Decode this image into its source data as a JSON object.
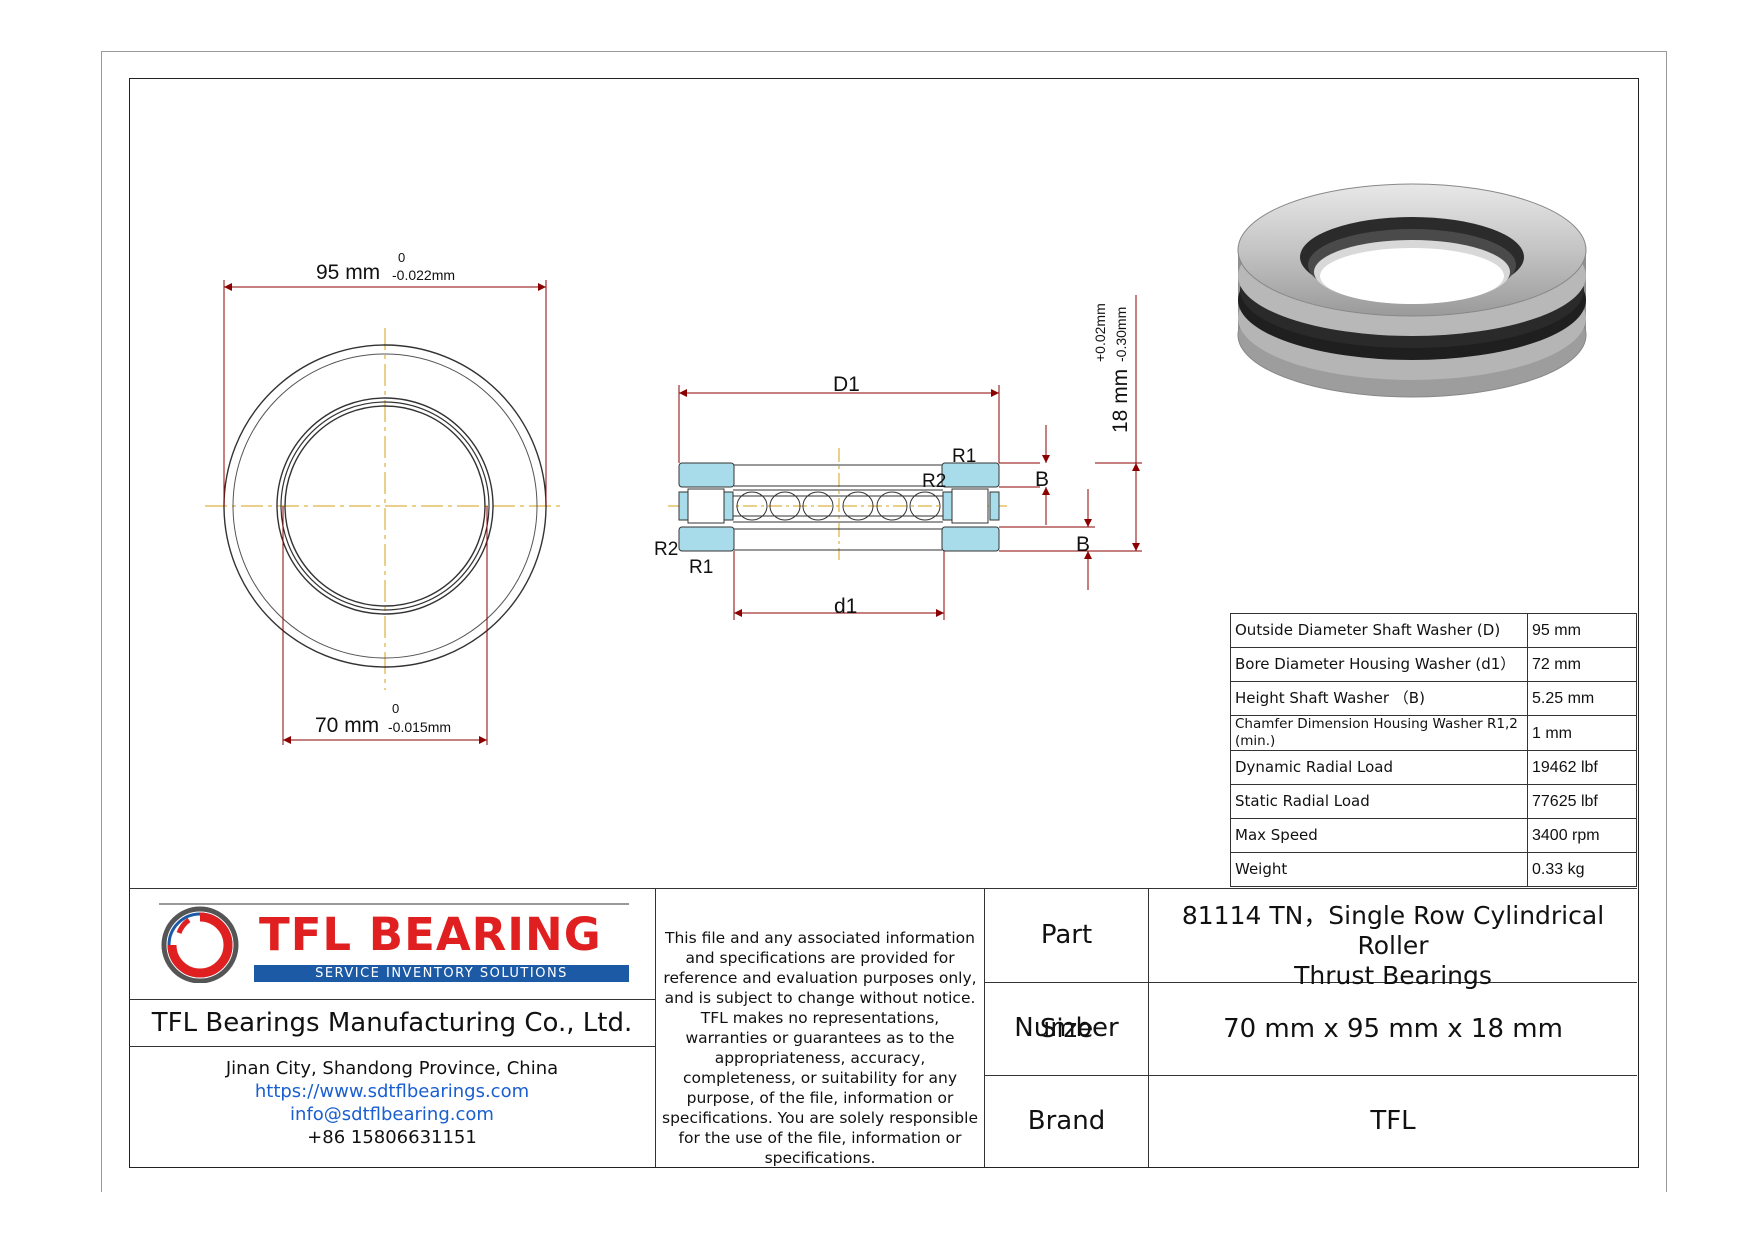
{
  "drawing": {
    "outer_diameter": {
      "value": "95 mm",
      "tol_upper": "0",
      "tol_lower": "-0.022mm"
    },
    "inner_diameter": {
      "value": "70 mm",
      "tol_upper": "0",
      "tol_lower": "-0.015mm"
    },
    "height": {
      "value": "18 mm",
      "tol_upper": "+0.02mm",
      "tol_lower": "-0.30mm"
    },
    "labels": {
      "D1": "D1",
      "d1": "d1",
      "B_top": "B",
      "B_bottom": "B",
      "R1_top": "R1",
      "R2_top": "R2",
      "R2_left": "R2",
      "R1_left": "R1"
    }
  },
  "specs": [
    {
      "label": "Outside Diameter Shaft Washer (D)",
      "value": "95 mm"
    },
    {
      "label": "Bore Diameter Housing Washer (d1）",
      "value": "72 mm"
    },
    {
      "label": "Height Shaft Washer （B)",
      "value": "5.25 mm"
    },
    {
      "label": "Chamfer Dimension Housing Washer R1,2 (min.)",
      "value": "1 mm"
    },
    {
      "label": "Dynamic Radial Load",
      "value": "19462 lbf"
    },
    {
      "label": "Static Radial Load",
      "value": "77625 lbf"
    },
    {
      "label": "Max Speed",
      "value": "3400 rpm"
    },
    {
      "label": "Weight",
      "value": "0.33 kg"
    }
  ],
  "logo": {
    "name": "TFL BEARING",
    "tagline": "SERVICE INVENTORY SOLUTIONS"
  },
  "company": {
    "name": "TFL Bearings Manufacturing Co., Ltd.",
    "address": "Jinan City, Shandong Province, China",
    "website": "https://www.sdtflbearings.com",
    "email": "info@sdtflbearing.com",
    "phone": "+86 15806631151"
  },
  "disclaimer": "This file and any associated information and specifications are provided for reference and evaluation purposes only, and is subject to change without notice. TFL makes no representations, warranties or guarantees as to the appropriateness, accuracy, completeness, or suitability for any purpose, of the file, information or specifications.  You are solely responsible for the use of the file, information or specifications.",
  "titleblock": {
    "part_number_label": "Part Number",
    "part_number_value_line1": "81114 TN，Single Row Cylindrical Roller",
    "part_number_value_line2": "Thrust Bearings",
    "size_label": "Size",
    "size_value": "70 mm x 95 mm x 18 mm",
    "brand_label": "Brand",
    "brand_value": "TFL"
  },
  "colors": {
    "dimension": "#8b0000",
    "centerline": "#d4a017",
    "washer_fill": "#a8dcea",
    "logo_red": "#e02020",
    "logo_blue": "#1c5aa6",
    "link": "#1a5fd0"
  }
}
